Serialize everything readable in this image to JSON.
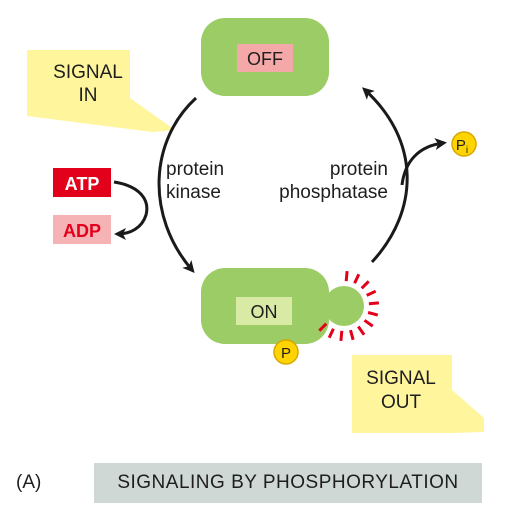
{
  "off_state": {
    "label": "OFF"
  },
  "on_state": {
    "label": "ON"
  },
  "signal_in": {
    "line1": "SIGNAL",
    "line2": "IN"
  },
  "signal_out": {
    "line1": "SIGNAL",
    "line2": "OUT"
  },
  "kinase": {
    "line1": "protein",
    "line2": "kinase"
  },
  "phosphatase": {
    "line1": "protein",
    "line2": "phosphatase"
  },
  "atp": {
    "label": "ATP"
  },
  "adp": {
    "label": "ADP"
  },
  "phosphate": {
    "label": "P"
  },
  "inorganic_phosphate": {
    "label": "P",
    "subscript": "i"
  },
  "caption": {
    "panel": "(A)",
    "title": "SIGNALING BY PHOSPHORYLATION"
  },
  "colors": {
    "protein_green": "#9ccc65",
    "off_box": "#f4a9a8",
    "on_box": "#d9eaa5",
    "signal_yellow": "#fff59d",
    "atp_red": "#e3001b",
    "adp_pink": "#f6b3b5",
    "phosphate_yellow": "#ffd400",
    "activity_red": "#e3001b",
    "caption_bar": "#cfd8d4"
  }
}
